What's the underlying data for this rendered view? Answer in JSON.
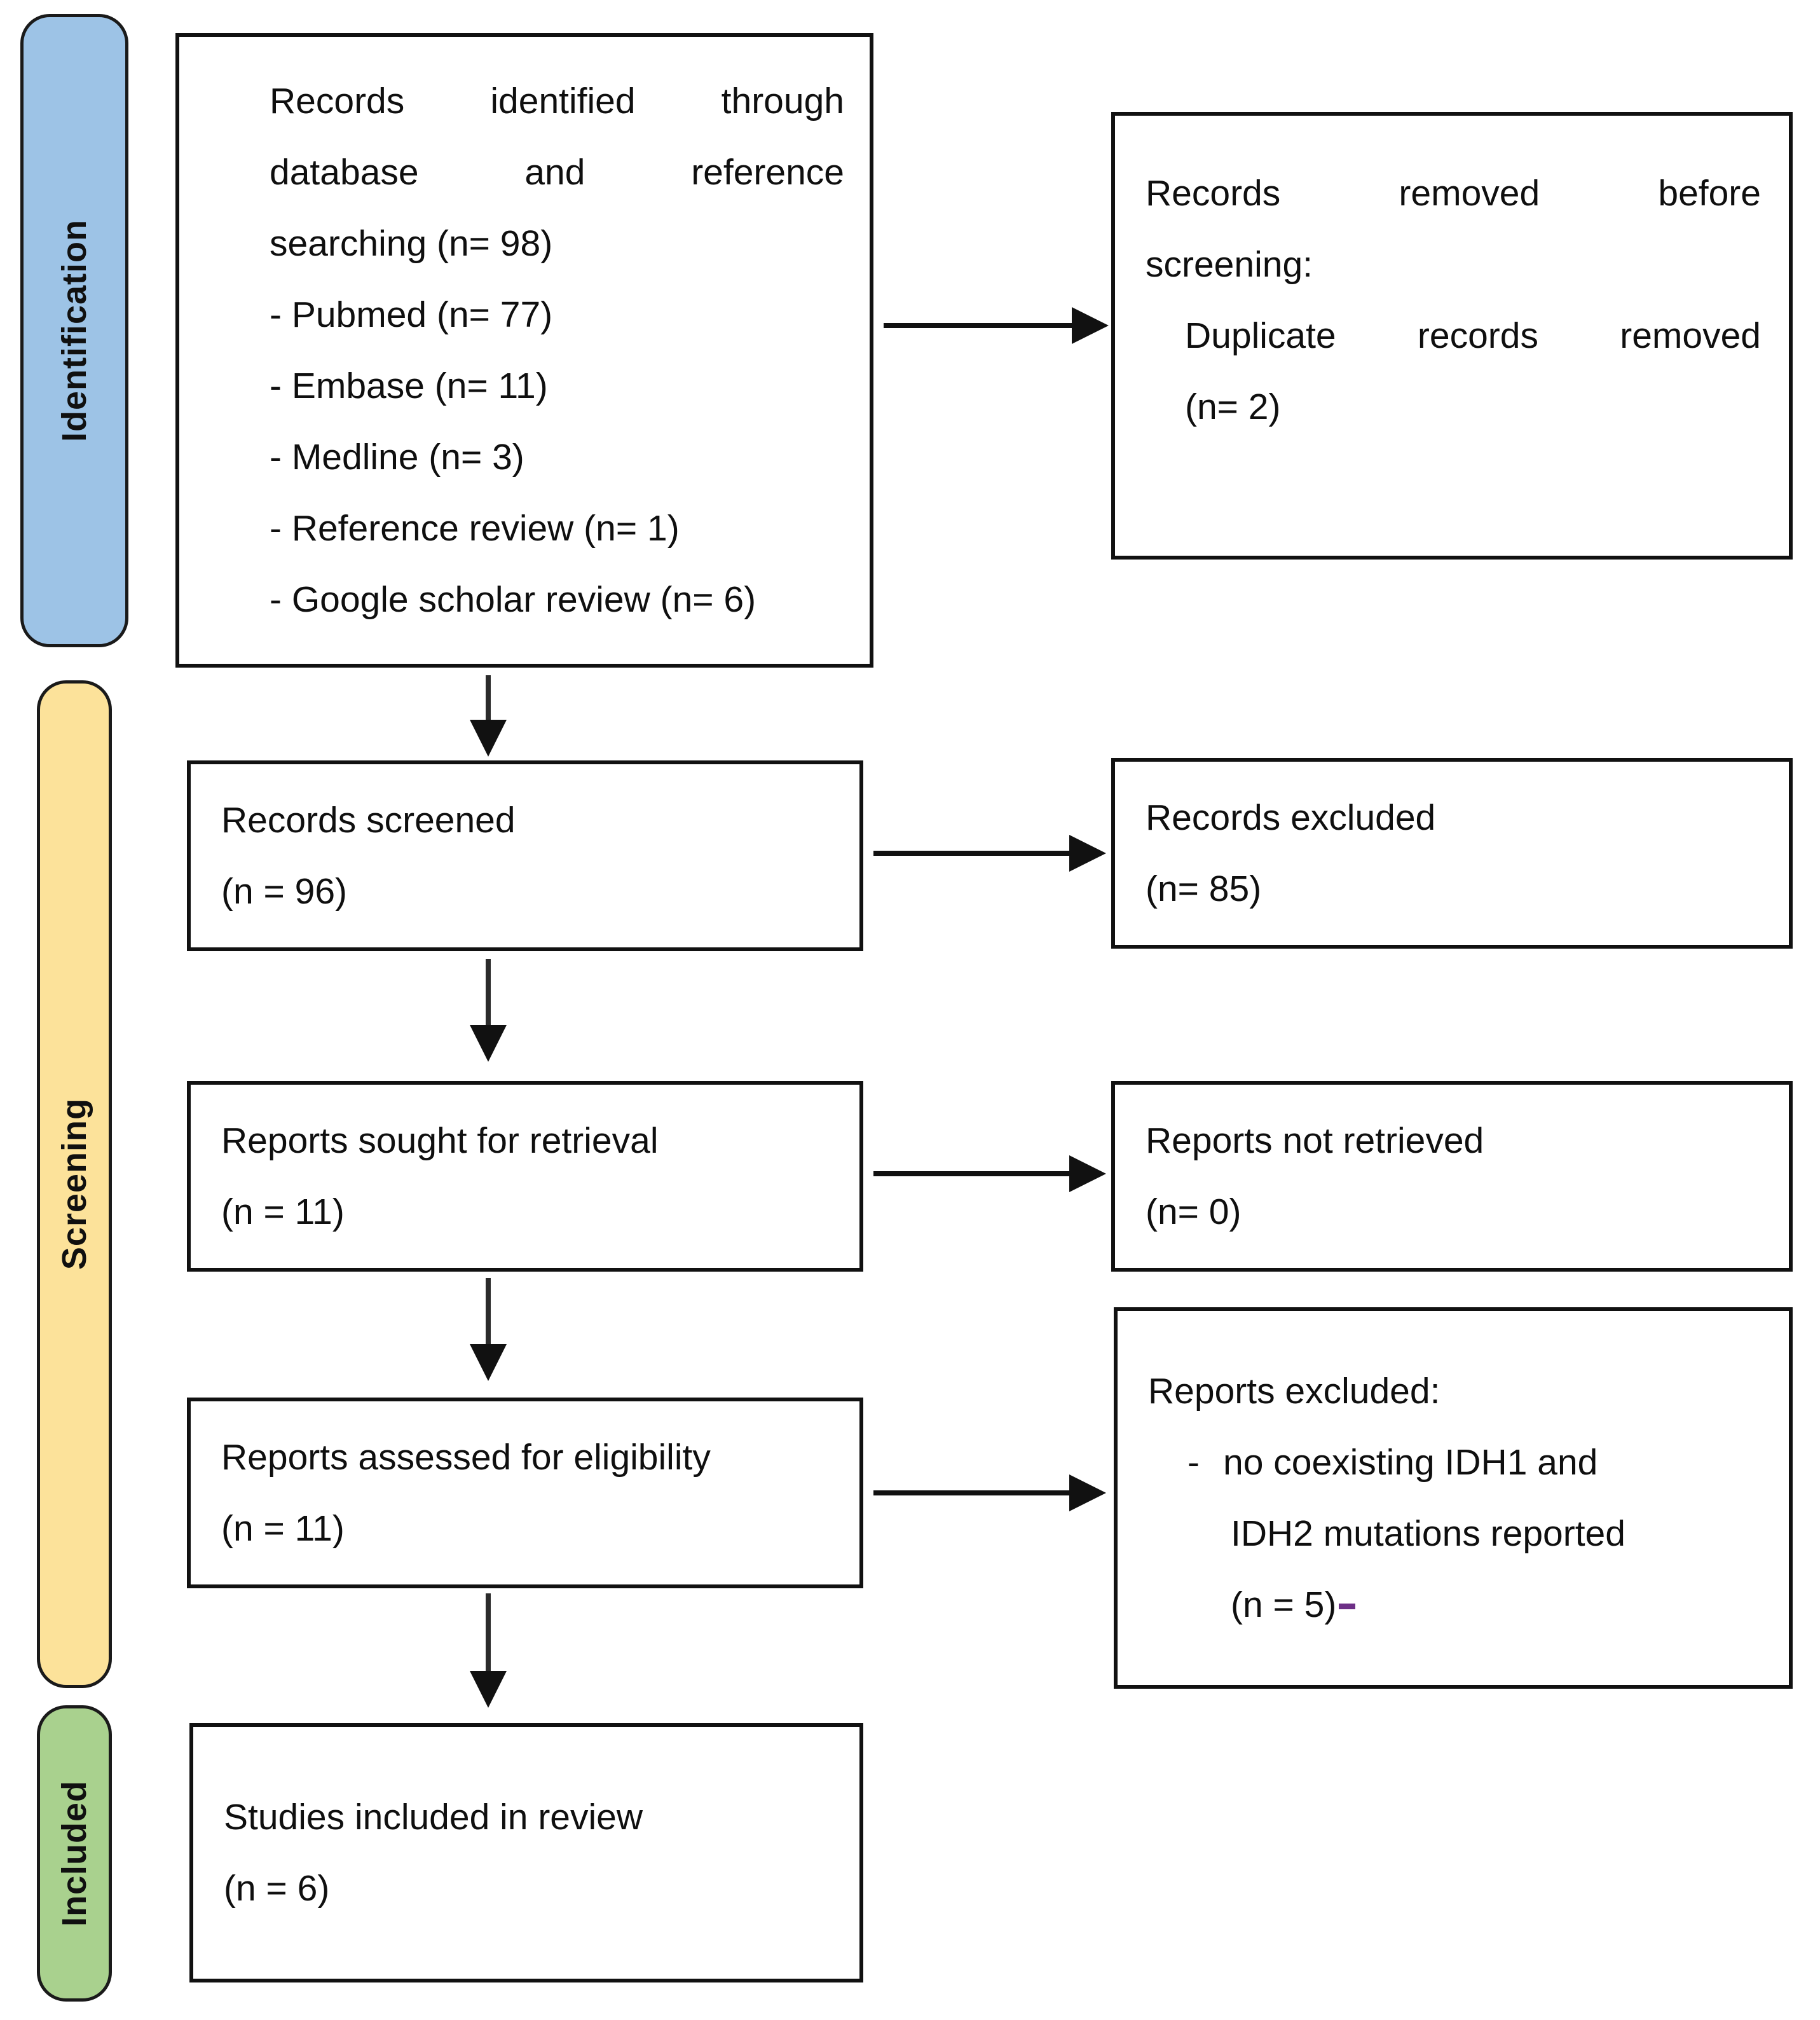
{
  "diagram": {
    "type": "PRISMA flow diagram",
    "stages": [
      {
        "id": "identification",
        "label": "Identification",
        "color": "#9DC3E6"
      },
      {
        "id": "screening",
        "label": "Screening",
        "color": "#FCE29A"
      },
      {
        "id": "included",
        "label": "Included",
        "color": "#A9D18E"
      }
    ],
    "boxes": {
      "records_identified": {
        "line1": "Records identified through",
        "line2": "database and reference",
        "line3": "searching (n= 98)",
        "sources": [
          "- Pubmed (n= 77)",
          "- Embase (n= 11)",
          "- Medline (n= 3)",
          "- Reference review (n= 1)",
          "- Google scholar review (n= 6)"
        ]
      },
      "records_removed": {
        "line1": "Records removed before",
        "line2": "screening:",
        "line3": "Duplicate records removed",
        "line4": "(n= 2)"
      },
      "records_screened": {
        "title": "Records screened",
        "count": "(n = 96)"
      },
      "records_excluded": {
        "title": "Records excluded",
        "count": "(n= 85)"
      },
      "reports_sought": {
        "title": "Reports sought for retrieval",
        "count": "(n = 11)"
      },
      "reports_not_retrieved": {
        "title": "Reports not retrieved",
        "count": "(n= 0)"
      },
      "reports_assessed": {
        "title": "Reports assessed for eligibility",
        "count": "(n = 11)"
      },
      "reports_excluded": {
        "title": "Reports excluded:",
        "bullet_mark": "-",
        "reason_line1": "no coexisting IDH1 and",
        "reason_line2": "IDH2 mutations reported",
        "reason_count": "(n = 5)"
      },
      "studies_included": {
        "title": "Studies included in review",
        "count": "(n = 6)"
      }
    },
    "connectors": [
      {
        "id": "identified-to-removed",
        "direction": "right"
      },
      {
        "id": "identified-to-screened",
        "direction": "down"
      },
      {
        "id": "screened-to-excluded",
        "direction": "right"
      },
      {
        "id": "screened-to-sought",
        "direction": "down"
      },
      {
        "id": "sought-to-not-retrieved",
        "direction": "right"
      },
      {
        "id": "sought-to-assessed",
        "direction": "down"
      },
      {
        "id": "assessed-to-excluded",
        "direction": "right"
      },
      {
        "id": "assessed-to-included",
        "direction": "down"
      }
    ]
  }
}
